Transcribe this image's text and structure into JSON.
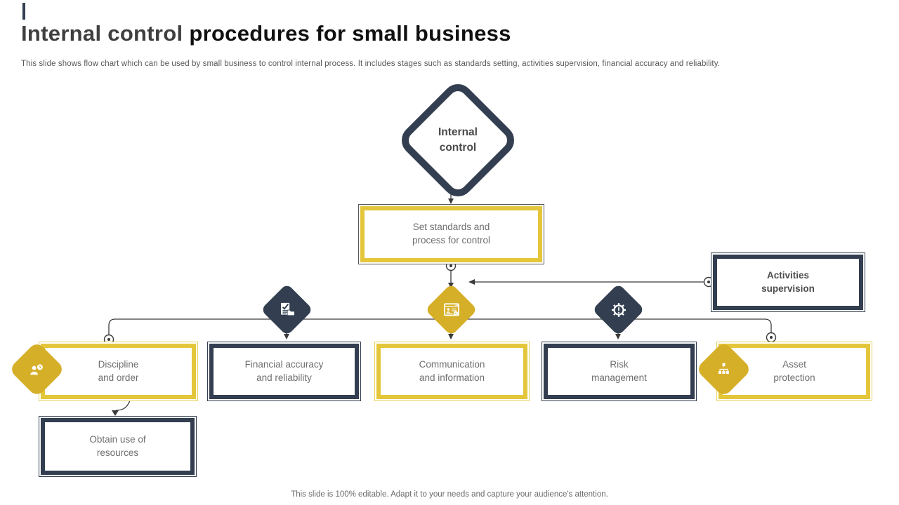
{
  "slide": {
    "title_part1": "Internal control ",
    "title_part2": "procedures for small business",
    "subtitle": "This slide shows flow chart which can be used by small business to control internal process. It includes stages such as standards setting, activities supervision, financial accuracy and reliability.",
    "footer": "This slide is 100% editable. Adapt it to your needs and capture your audience's attention."
  },
  "flowchart": {
    "root": {
      "label": "Internal\ncontrol"
    },
    "set_standards": {
      "label": "Set standards and\nprocess for control"
    },
    "activities": {
      "label": "Activities\nsupervision"
    },
    "discipline": {
      "label": "Discipline\nand order"
    },
    "financial": {
      "label": "Financial accuracy\nand reliability"
    },
    "communication": {
      "label": "Communication\nand information"
    },
    "risk": {
      "label": "Risk\nmanagement"
    },
    "asset": {
      "label": "Asset\nprotection"
    },
    "obtain": {
      "label": "Obtain use of\nresources"
    },
    "icons": [
      "checklist-folder-icon",
      "contact-card-icon",
      "gear-alert-icon",
      "person-clock-icon",
      "org-hierarchy-icon"
    ]
  },
  "colors": {
    "dark_navy": "#333f50",
    "gold": "#d6af28",
    "yellow_border": "#e4c63b",
    "text_gray": "#6e6e6e"
  }
}
